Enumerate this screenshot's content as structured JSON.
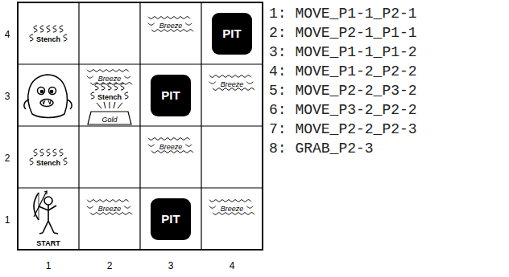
{
  "diagram": {
    "nodes": [
      {
        "text": [
          "PIT"
        ]
      },
      {
        "text": [
          "PIT"
        ]
      },
      {
        "text": [
          "PIT"
        ]
      }
    ],
    "labels": [
      "4",
      "Stench",
      "Breeze",
      "3",
      "Breeze",
      "Stench",
      "Gold",
      "Breeze",
      "2",
      "Stench",
      "Breeze",
      "1",
      "Breeze",
      "Breeze",
      "START",
      "1",
      "2",
      "3",
      "4",
      "1: MOVE_P1-1_P2-1",
      "2: MOVE_P2-1_P1-1",
      "3: MOVE_P1-1_P1-2",
      "4: MOVE_P1-2_P2-2",
      "5: MOVE_P2-2_P3-2",
      "6: MOVE_P3-2_P2-2",
      "7: MOVE_P2-2_P2-3",
      "8: GRAB_P2-3"
    ]
  }
}
